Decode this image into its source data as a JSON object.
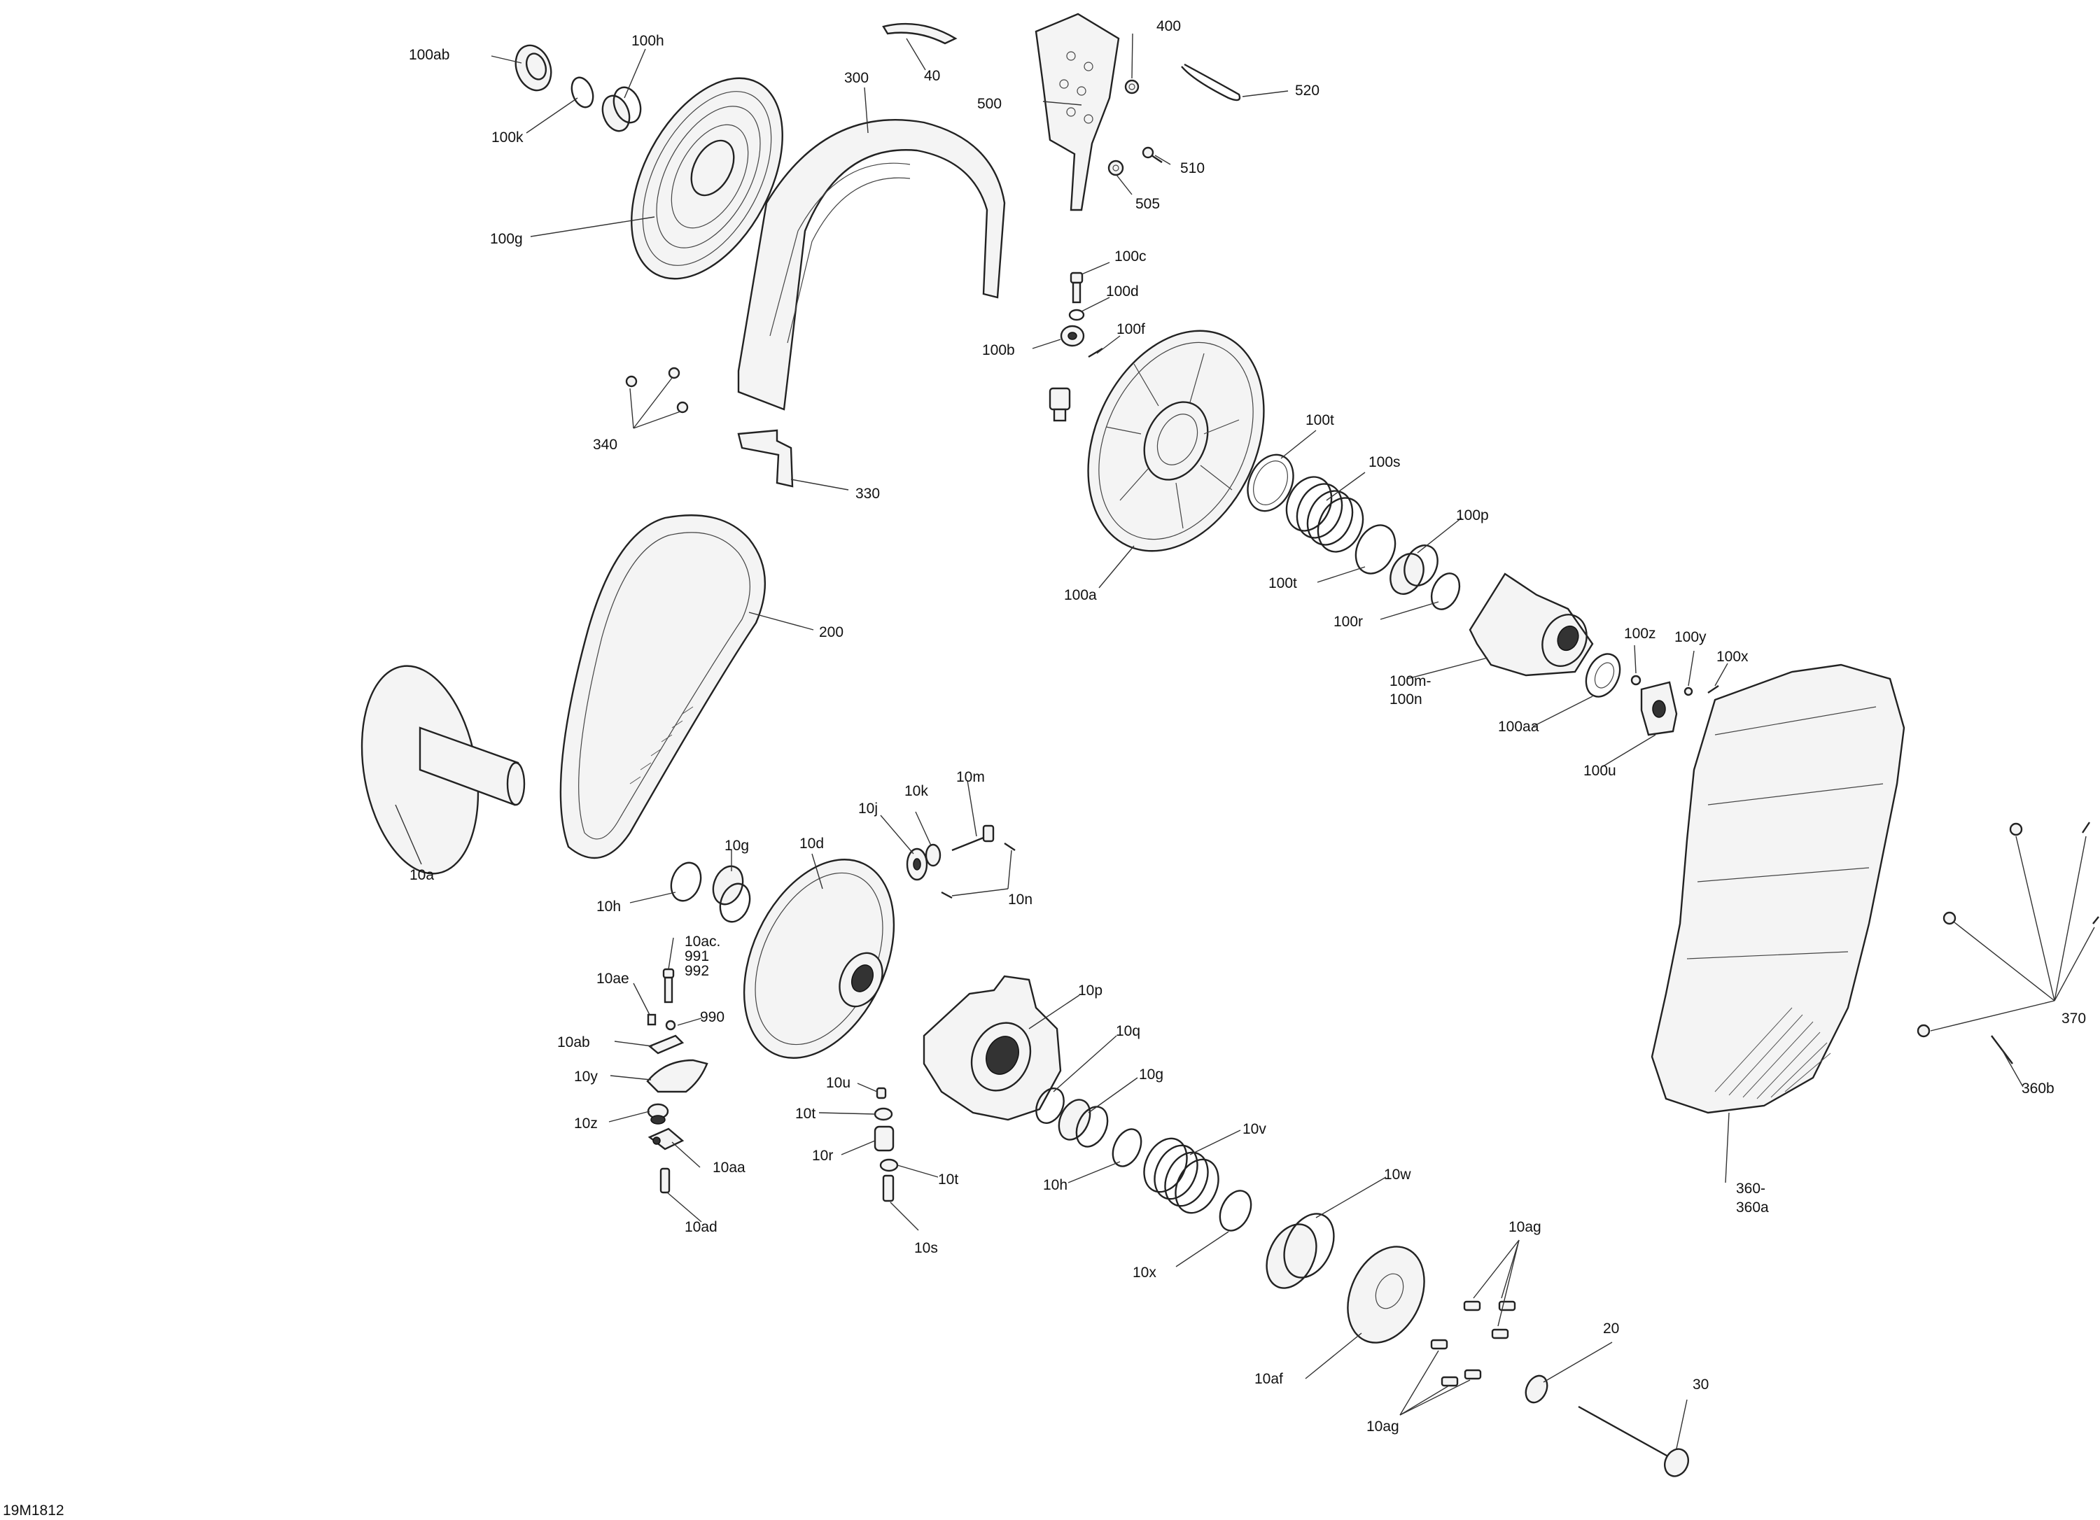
{
  "figure_code": "19M1812",
  "callouts": {
    "c100ab": "100ab",
    "c100h": "100h",
    "c100k": "100k",
    "c100g": "100g",
    "c300": "300",
    "c40": "40",
    "c400": "400",
    "c500": "500",
    "c520": "520",
    "c510": "510",
    "c505": "505",
    "c100c": "100c",
    "c100d": "100d",
    "c100b": "100b",
    "c100f": "100f",
    "c340": "340",
    "c330": "330",
    "c100t_a": "100t",
    "c100s": "100s",
    "c100p": "100p",
    "c100t_b": "100t",
    "c100r": "100r",
    "c100a": "100a",
    "c100m": "100m-",
    "c100n": "100n",
    "c100z": "100z",
    "c100y": "100y",
    "c100x": "100x",
    "c100aa": "100aa",
    "c100u": "100u",
    "c200": "200",
    "c10a": "10a",
    "c10m": "10m",
    "c10k": "10k",
    "c10j": "10j",
    "c10n": "10n",
    "c10g_a": "10g",
    "c10d": "10d",
    "c10h_a": "10h",
    "c10ac": "10ac.",
    "c991": "991",
    "c992": "992",
    "c10ae": "10ae",
    "c990": "990",
    "c10ab": "10ab",
    "c10y": "10y",
    "c10z": "10z",
    "c10aa": "10aa",
    "c10ad": "10ad",
    "c10p": "10p",
    "c10q": "10q",
    "c10g_b": "10g",
    "c10u": "10u",
    "c10t_a": "10t",
    "c10r": "10r",
    "c10t_b": "10t",
    "c10s": "10s",
    "c10v": "10v",
    "c10h_b": "10h",
    "c10w": "10w",
    "c10x": "10x",
    "c10ag_a": "10ag",
    "c10af": "10af",
    "c10ag_b": "10ag",
    "c20": "20",
    "c30": "30",
    "c360": "360-",
    "c360a": "360a",
    "c370": "370",
    "c360b": "360b"
  }
}
